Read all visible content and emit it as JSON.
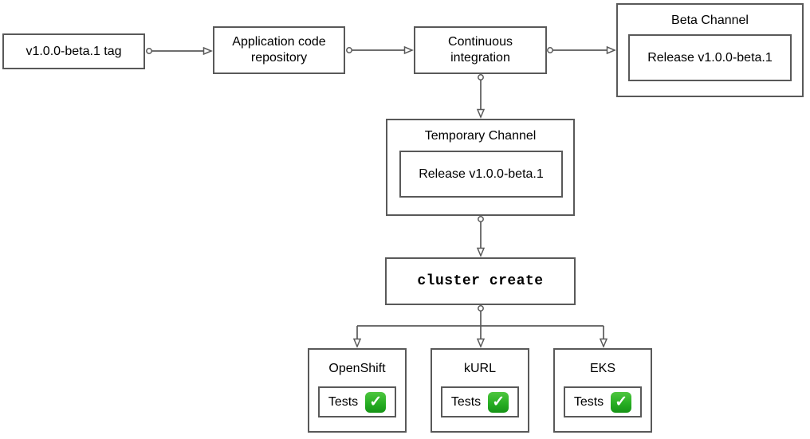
{
  "nodes": {
    "tag": {
      "label": "v1.0.0-beta.1 tag"
    },
    "repository": {
      "label": "Application code\nrepository"
    },
    "ci": {
      "label": "Continuous\nintegration"
    },
    "beta_channel": {
      "title": "Beta Channel",
      "release_label": "Release v1.0.0-beta.1"
    },
    "temporary_channel": {
      "title": "Temporary Channel",
      "release_label": "Release v1.0.0-beta.1"
    },
    "cluster_create": {
      "label": "cluster create"
    }
  },
  "platforms": [
    {
      "title": "OpenShift",
      "tests_label": "Tests",
      "status_icon": "check-mark-button",
      "status_glyph": "✓"
    },
    {
      "title": "kURL",
      "tests_label": "Tests",
      "status_icon": "check-mark-button",
      "status_glyph": "✓"
    },
    {
      "title": "EKS",
      "tests_label": "Tests",
      "status_icon": "check-mark-button",
      "status_glyph": "✓"
    }
  ],
  "colors": {
    "border": "#595959",
    "connector": "#595959",
    "node_fill": "#ffffff",
    "text": "#000000",
    "check_green": "#27ae23",
    "check_mark": "#ffffff",
    "background": "#ffffff"
  }
}
